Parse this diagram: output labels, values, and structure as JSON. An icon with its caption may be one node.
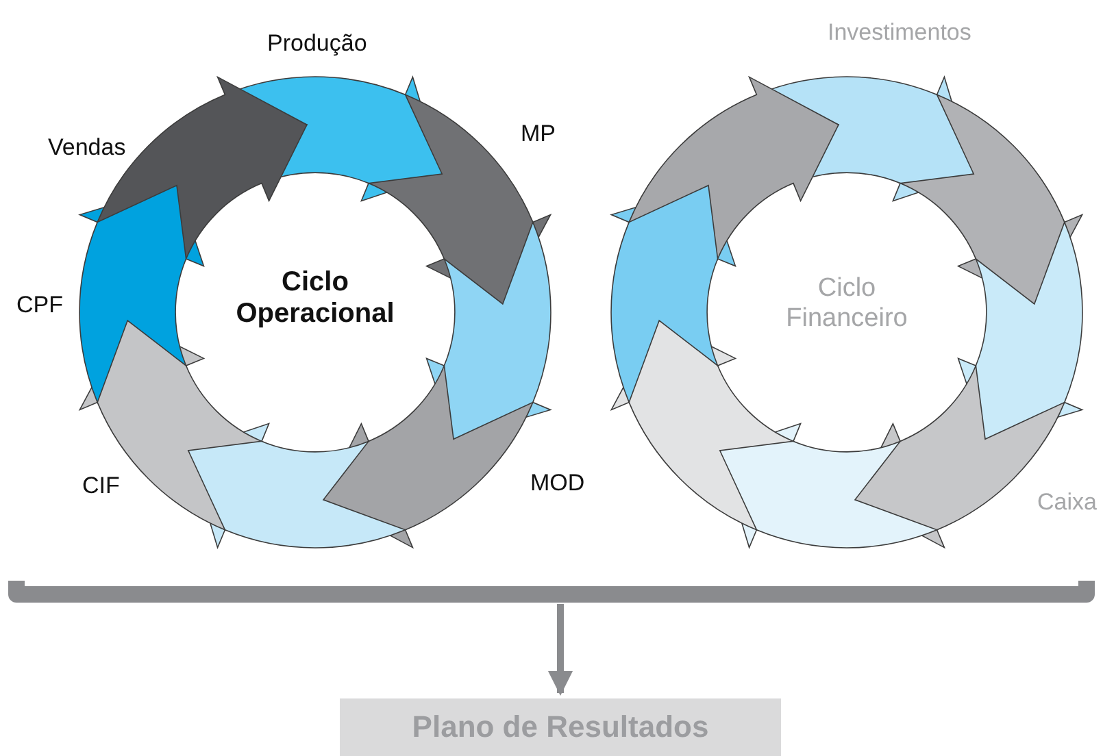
{
  "diagram": {
    "nodes": [
      {
        "text": [
          "Ciclo Operacional"
        ]
      },
      {
        "text": [
          "Ciclo Financeiro"
        ]
      },
      {
        "text": [],
        "shape": "bar"
      },
      {
        "text": [
          "Plano de Resultados"
        ]
      }
    ],
    "edges": [
      {
        "from": 2,
        "to": 3,
        "arrow": "to"
      }
    ],
    "labels": [
      "Produção",
      "Investimentos",
      "Vendas",
      "MP",
      "CPF",
      "MOD",
      "CIF",
      "Caixa"
    ]
  }
}
